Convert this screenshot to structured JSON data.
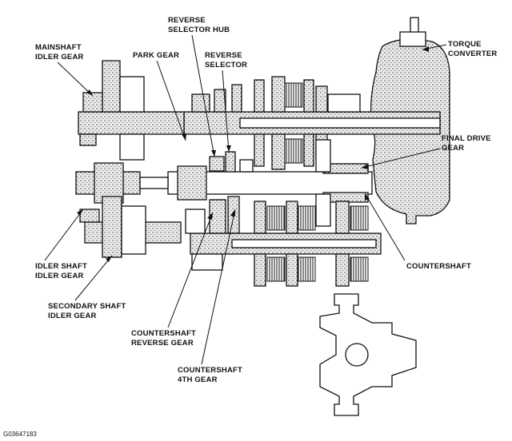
{
  "figure_code": "G03647183",
  "labels": {
    "mainshaft_idler": [
      "MAINSHAFT",
      "IDLER GEAR"
    ],
    "park_gear": [
      "PARK GEAR"
    ],
    "reverse_selector_hub": [
      "REVERSE",
      "SELECTOR HUB"
    ],
    "reverse_selector": [
      "REVERSE",
      "SELECTOR"
    ],
    "torque_converter": [
      "TORQUE",
      "CONVERTER"
    ],
    "final_drive_gear": [
      "FINAL DRIVE",
      "GEAR"
    ],
    "countershaft": [
      "COUNTERSHAFT"
    ],
    "idler_shaft_idler": [
      "IDLER SHAFT",
      "IDLER GEAR"
    ],
    "secondary_shaft_idler": [
      "SECONDARY SHAFT",
      "IDLER GEAR"
    ],
    "countershaft_reverse": [
      "COUNTERSHAFT",
      "REVERSE GEAR"
    ],
    "countershaft_4th": [
      "COUNTERSHAFT",
      "4TH GEAR"
    ]
  }
}
